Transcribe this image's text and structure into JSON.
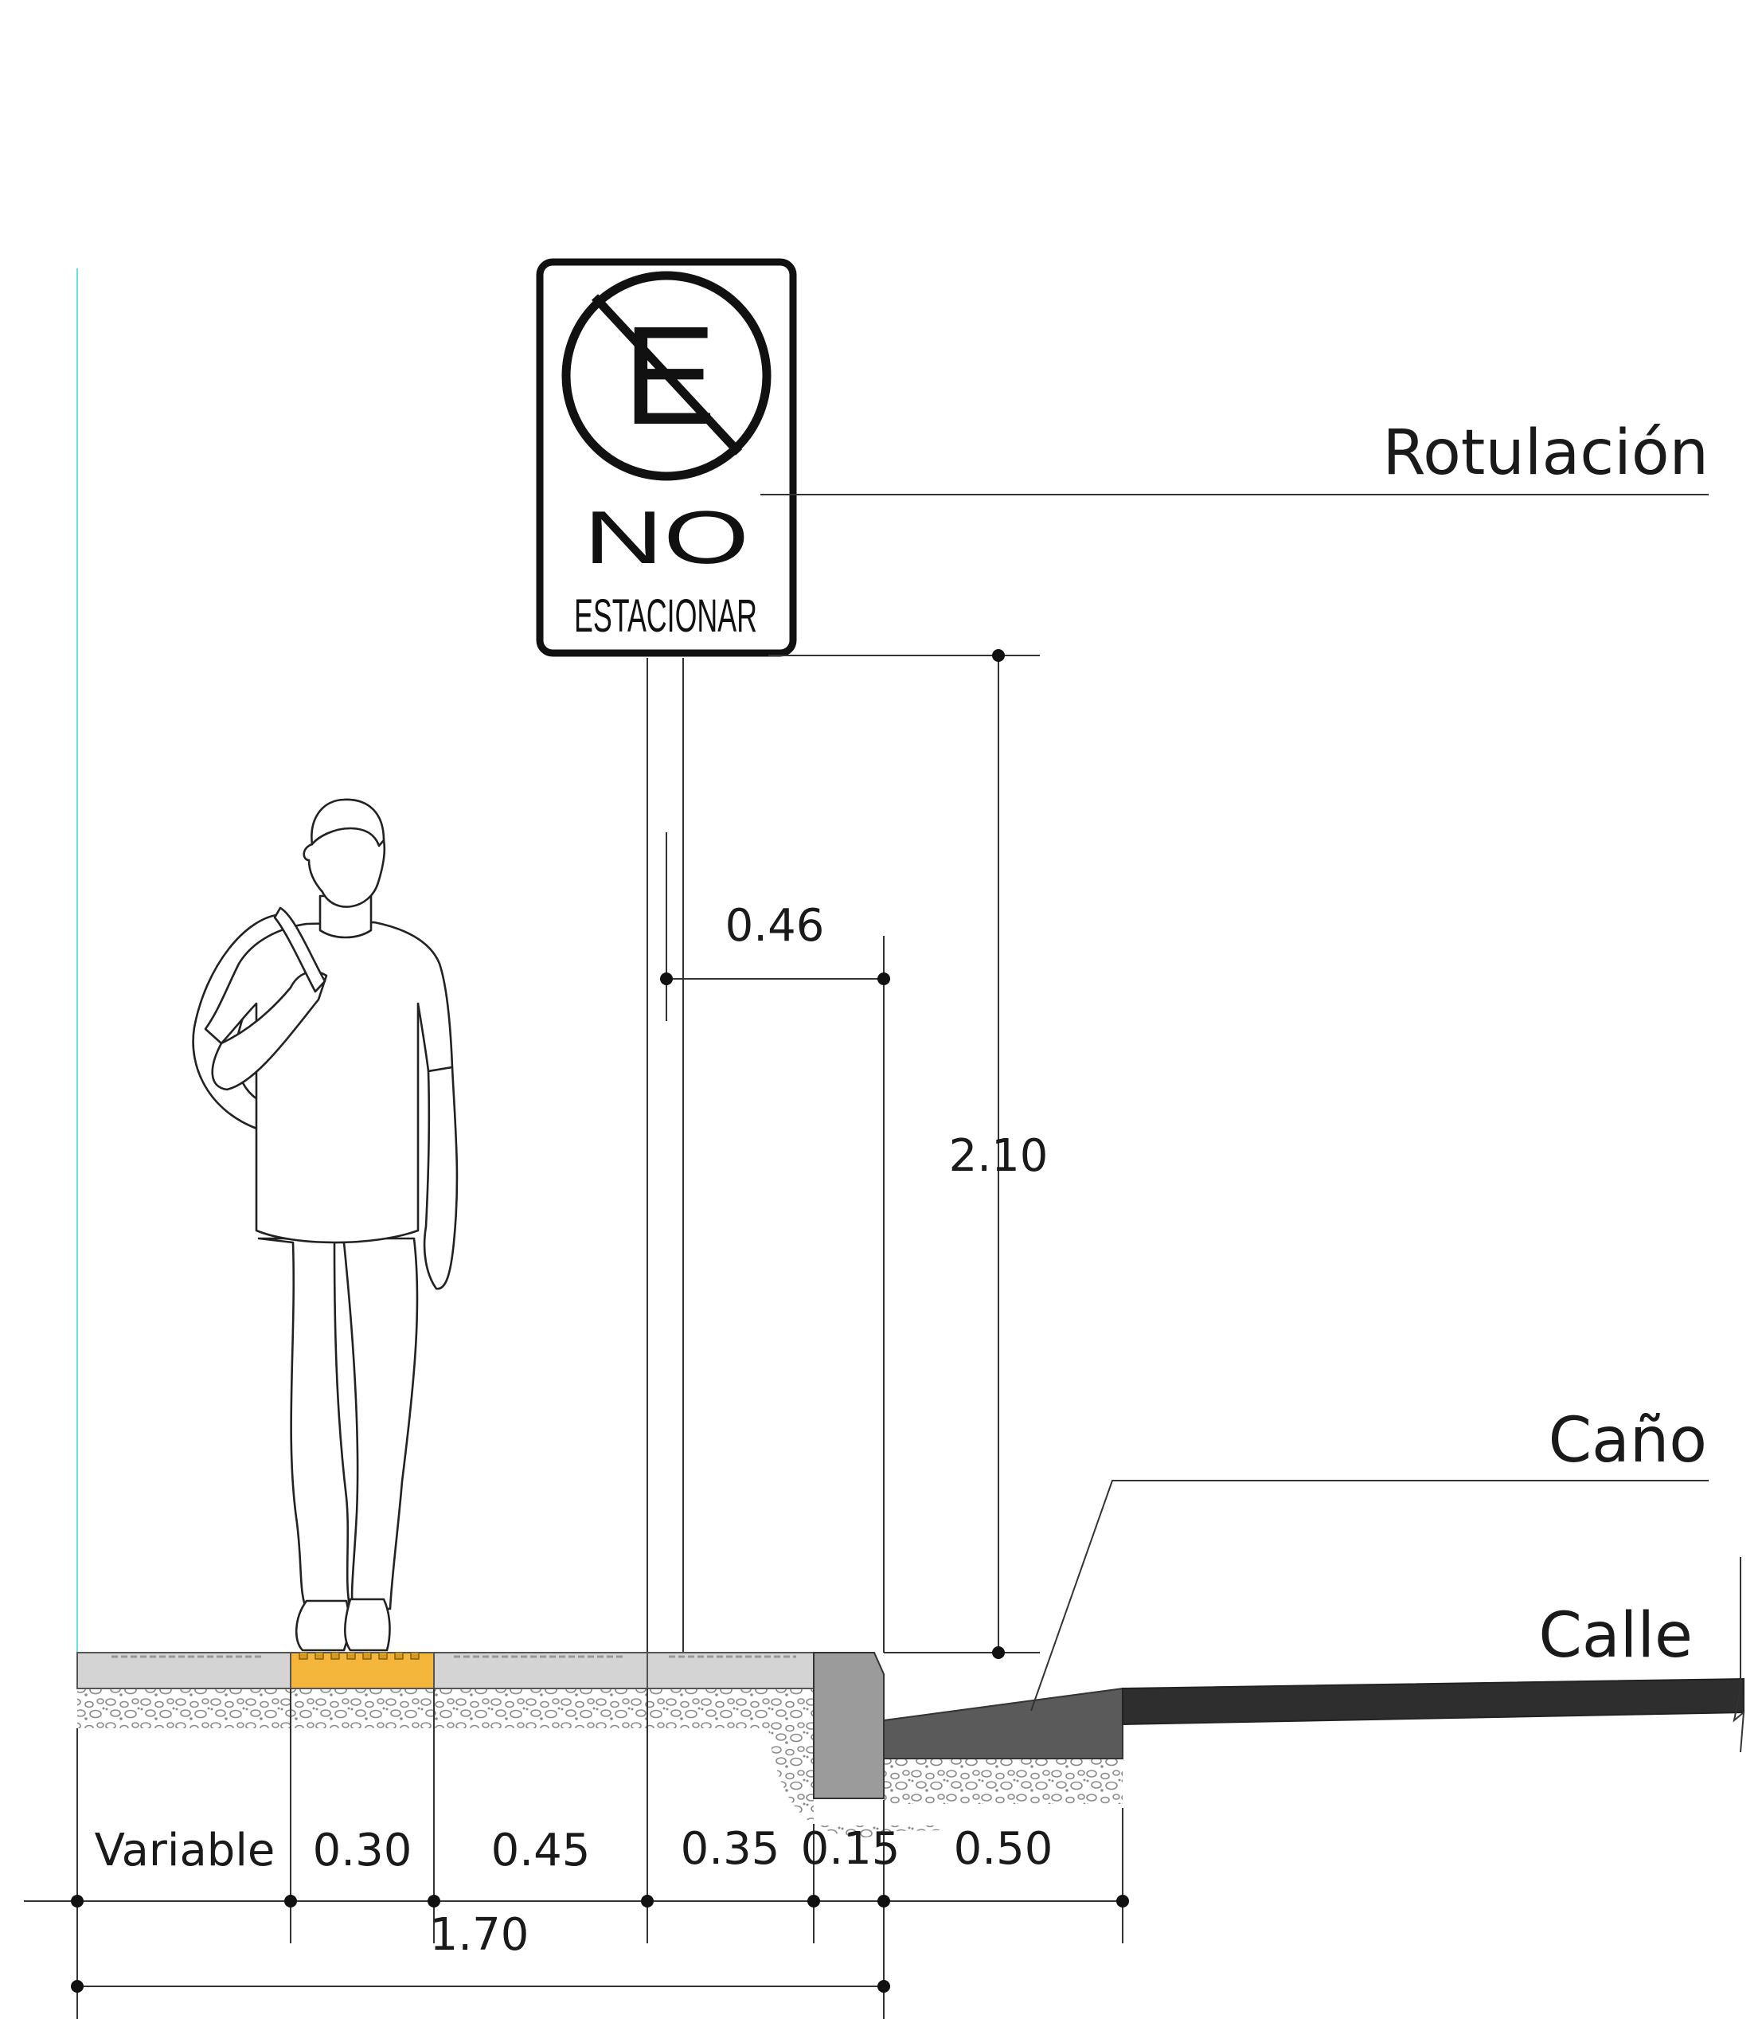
{
  "labels": {
    "rotulacion": "Rotulación",
    "cano": "Caño",
    "calle": "Calle"
  },
  "sign": {
    "symbol_letter": "E",
    "line1": "NO",
    "line2": "ESTACIONAR"
  },
  "dimensions": {
    "sign_offset": "0.46",
    "sign_height": "2.10",
    "variable": "Variable",
    "tactile": "0.30",
    "paving": "0.45",
    "pole_strip": "0.35",
    "curb": "0.15",
    "gutter": "0.50",
    "sidewalk_total": "1.70"
  },
  "colors": {
    "line": "#1a1a1a",
    "tactile_paver": "#f4b63a",
    "paver": "#d4d4d4",
    "curb": "#9b9b9b",
    "gutter": "#5a5a5a",
    "asphalt": "#2e2e2e",
    "guide_line": "#63e0e0"
  }
}
